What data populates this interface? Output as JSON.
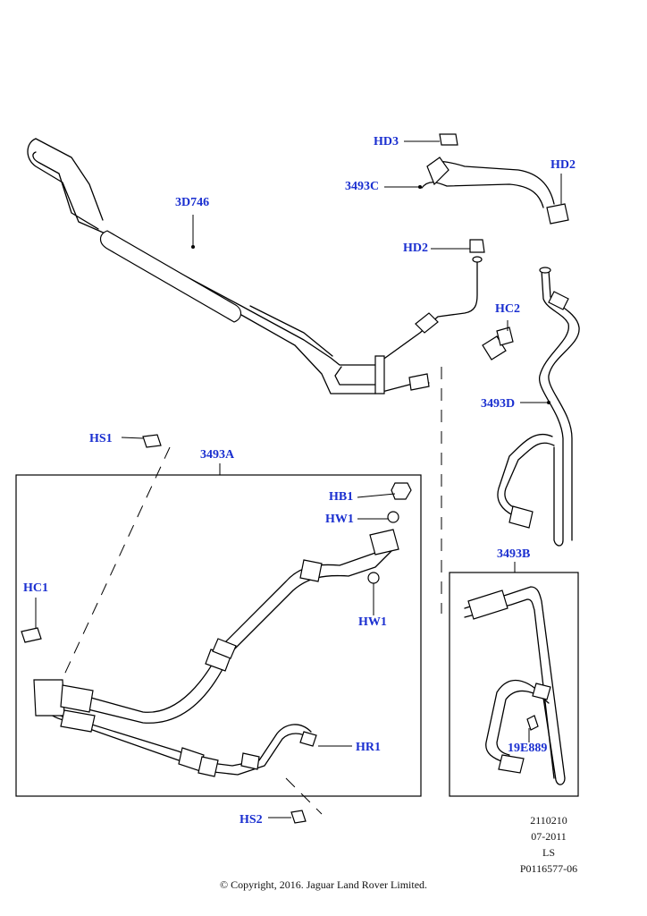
{
  "labels": {
    "hd3": "HD3",
    "c3493c": "3493C",
    "hd2_top": "HD2",
    "d3746": "3D746",
    "hd2_mid": "HD2",
    "hc2": "HC2",
    "c3493d": "3493D",
    "hs1": "HS1",
    "c3493a": "3493A",
    "hb1": "HB1",
    "hw1_upper": "HW1",
    "hw1_lower": "HW1",
    "hc1": "HC1",
    "c3493b": "3493B",
    "e19889": "19E889",
    "hr1": "HR1",
    "hs2": "HS2"
  },
  "meta": {
    "ref1": "2110210",
    "date": "07-2011",
    "ls": "LS",
    "ref2": "P0116577-06"
  },
  "copyright": "© Copyright, 2016. Jaguar Land Rover Limited.",
  "colors": {
    "label": "#1a2fd0",
    "line": "#000000"
  }
}
